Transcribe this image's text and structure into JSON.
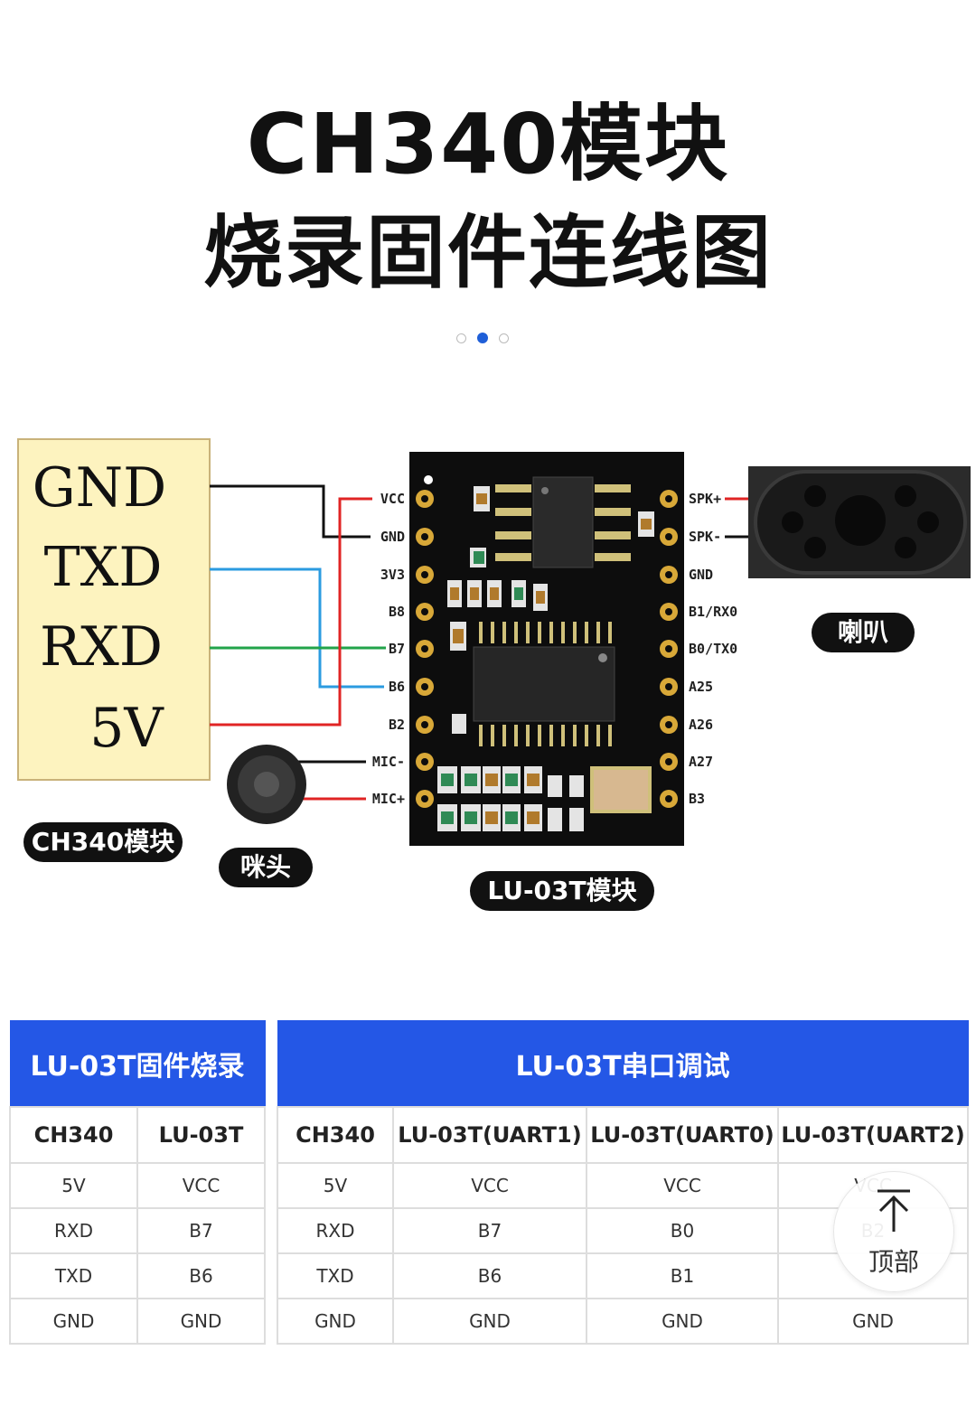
{
  "title": {
    "line1": "CH340模块",
    "line2": "烧录固件连线图"
  },
  "carousel": {
    "count": 3,
    "active": 1
  },
  "ch340_pins": [
    "GND",
    "TXD",
    "RXD",
    "5V"
  ],
  "lu03t_left_pins": [
    "VCC",
    "GND",
    "3V3",
    "B8",
    "B7",
    "B6",
    "B2",
    "MIC-",
    "MIC+"
  ],
  "lu03t_right_pins": [
    "SPK+",
    "SPK-",
    "GND",
    "B1/RX0",
    "B0/TX0",
    "A25",
    "A26",
    "A27",
    "B3"
  ],
  "labels": {
    "ch340": "CH340模块",
    "mic": "咪头",
    "lu03t": "LU-03T模块",
    "speaker": "喇叭"
  },
  "wire_colors": {
    "gnd": "#111111",
    "txd": "#2b9be0",
    "rxd": "#22a34a",
    "vcc": "#e02424",
    "mic": "#e02424"
  },
  "table_flash": {
    "header": "LU-03T固件烧录",
    "columns": [
      "CH340",
      "LU-03T"
    ],
    "rows": [
      [
        "5V",
        "VCC"
      ],
      [
        "RXD",
        "B7"
      ],
      [
        "TXD",
        "B6"
      ],
      [
        "GND",
        "GND"
      ]
    ]
  },
  "table_debug": {
    "header": "LU-03T串口调试",
    "columns": [
      "CH340",
      "LU-03T(UART1)",
      "LU-03T(UART0)",
      "LU-03T(UART2)"
    ],
    "rows": [
      [
        "5V",
        "VCC",
        "VCC",
        "VCC"
      ],
      [
        "RXD",
        "B7",
        "B0",
        "B2"
      ],
      [
        "TXD",
        "B6",
        "B1",
        ""
      ],
      [
        "GND",
        "GND",
        "GND",
        "GND"
      ]
    ]
  },
  "top_button": {
    "label": "顶部"
  }
}
